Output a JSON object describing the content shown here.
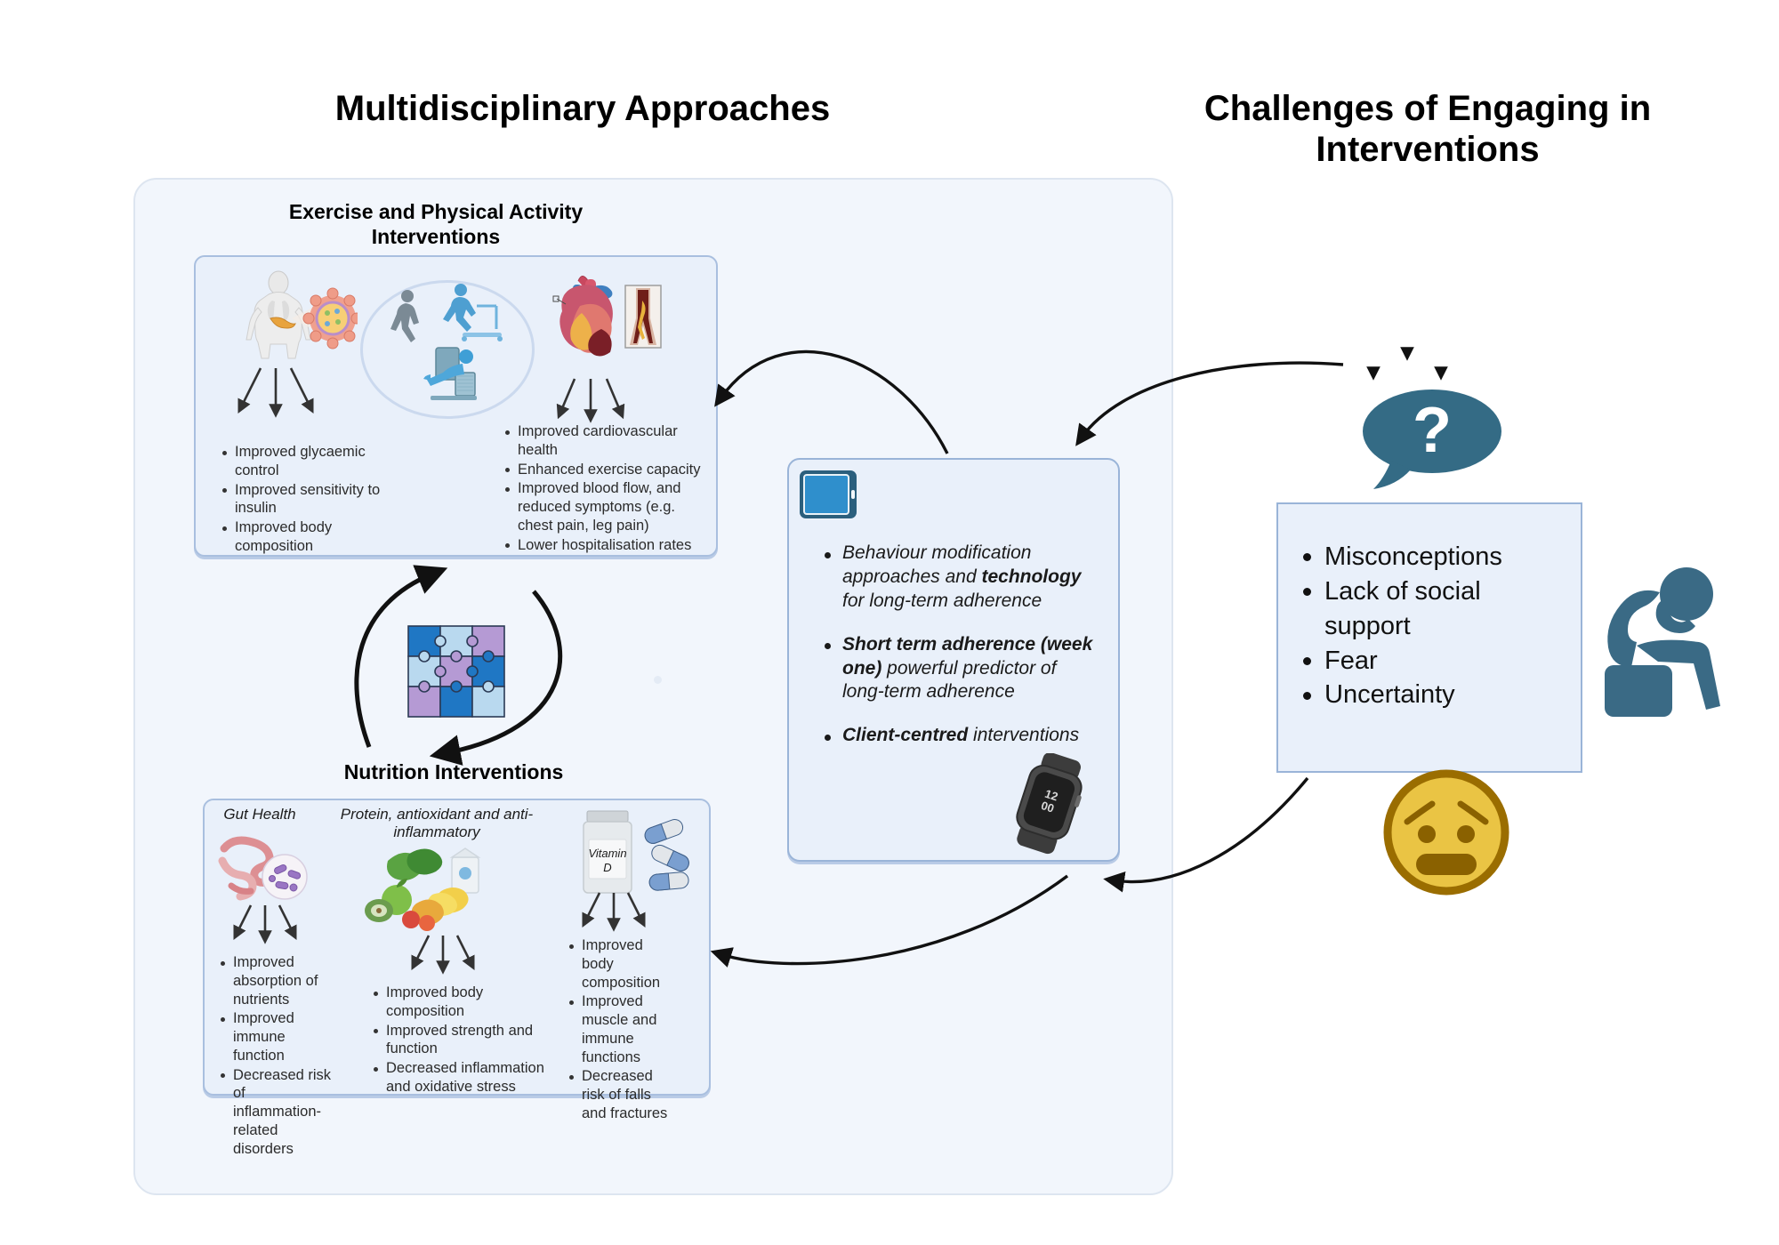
{
  "titles": {
    "left": "Multidisciplinary Approaches",
    "right_line1": "Challenges of Engaging in",
    "right_line2": "Interventions"
  },
  "exercise": {
    "heading_line1": "Exercise and Physical Activity",
    "heading_line2": "Interventions",
    "left_bullets": [
      "Improved glycaemic control",
      "Improved sensitivity to insulin",
      "Improved body composition"
    ],
    "right_bullets": [
      "Improved cardiovascular health",
      "Enhanced exercise capacity",
      "Improved blood flow, and reduced symptoms (e.g. chest pain, leg pain)",
      "Lower hospitalisation rates"
    ],
    "icons": [
      "body-pancreas-cell-icon",
      "walking-person-icon",
      "running-treadmill-icon",
      "seated-exercise-icon",
      "heart-icon",
      "artery-plaque-icon"
    ]
  },
  "nutrition": {
    "heading": "Nutrition  Interventions",
    "columns": [
      {
        "label": "Gut Health",
        "icon": "intestine-microbiome-icon",
        "bullets": [
          "Improved absorption of nutrients",
          "Improved immune function",
          "Decreased risk of inflammation-related disorders"
        ]
      },
      {
        "label": "Protein, antioxidant and anti-inflammatory",
        "icon": "vegetables-fruit-milk-icon",
        "bullets": [
          "Improved body composition",
          "Improved strength and function",
          "Decreased inflammation and oxidative stress"
        ]
      },
      {
        "label": "",
        "icon": "vitamin-d-bottle-icon",
        "bottle_line1": "Vitamin",
        "bottle_line2": "D",
        "bullets": [
          "Improved body composition",
          "Improved muscle and immune functions",
          "Decreased risk of falls and fractures"
        ]
      }
    ]
  },
  "adherence": {
    "icon": "tablet-device-icon",
    "watch_icon": "smartwatch-icon",
    "watch_time": "12:00",
    "bullets": [
      {
        "pre": "Behaviour modification approaches and ",
        "bold": "technology",
        "post": " for long-term adherence"
      },
      {
        "pre": "",
        "bold": "Short term adherence (week one)",
        "post": "  powerful predictor of long-term adherence"
      },
      {
        "pre": "",
        "bold": "Client-centred",
        "post": " interventions"
      }
    ]
  },
  "challenges": {
    "bullets": [
      "Misconceptions",
      "Lack of social support",
      "Fear",
      "Uncertainty"
    ],
    "question_icon": "question-speech-bubble-icon",
    "question_mark": "?",
    "person_icon": "distressed-person-icon",
    "emoji_icon": "anguished-face-emoji"
  },
  "center_icons": {
    "puzzle": "puzzle-pieces-icon"
  },
  "colors": {
    "panel_fill": "#e9f0fa",
    "panel_border": "#9ab4d8",
    "container_fill": "#f2f6fc",
    "teal": "#346b85",
    "emoji_yellow": "#eac444",
    "emoji_brown": "#8a6100",
    "tablet_blue": "#2f8fcc",
    "puzzle_blue": "#1f77c4",
    "puzzle_light": "#b9d9ef",
    "puzzle_purple": "#b59ad4"
  }
}
